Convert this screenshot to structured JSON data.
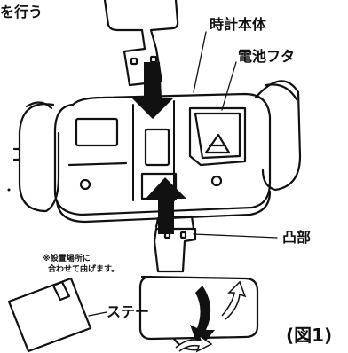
{
  "instruction_text_fragment": "を行う",
  "labels": {
    "clock_body": "時計本体",
    "battery_cover": "電池フタ",
    "protrusion": "凸部",
    "stay": "ステー",
    "note_line1": "※設置場所に",
    "note_line2": "合わせて曲げます。",
    "figure_ref": "(図1)"
  }
}
